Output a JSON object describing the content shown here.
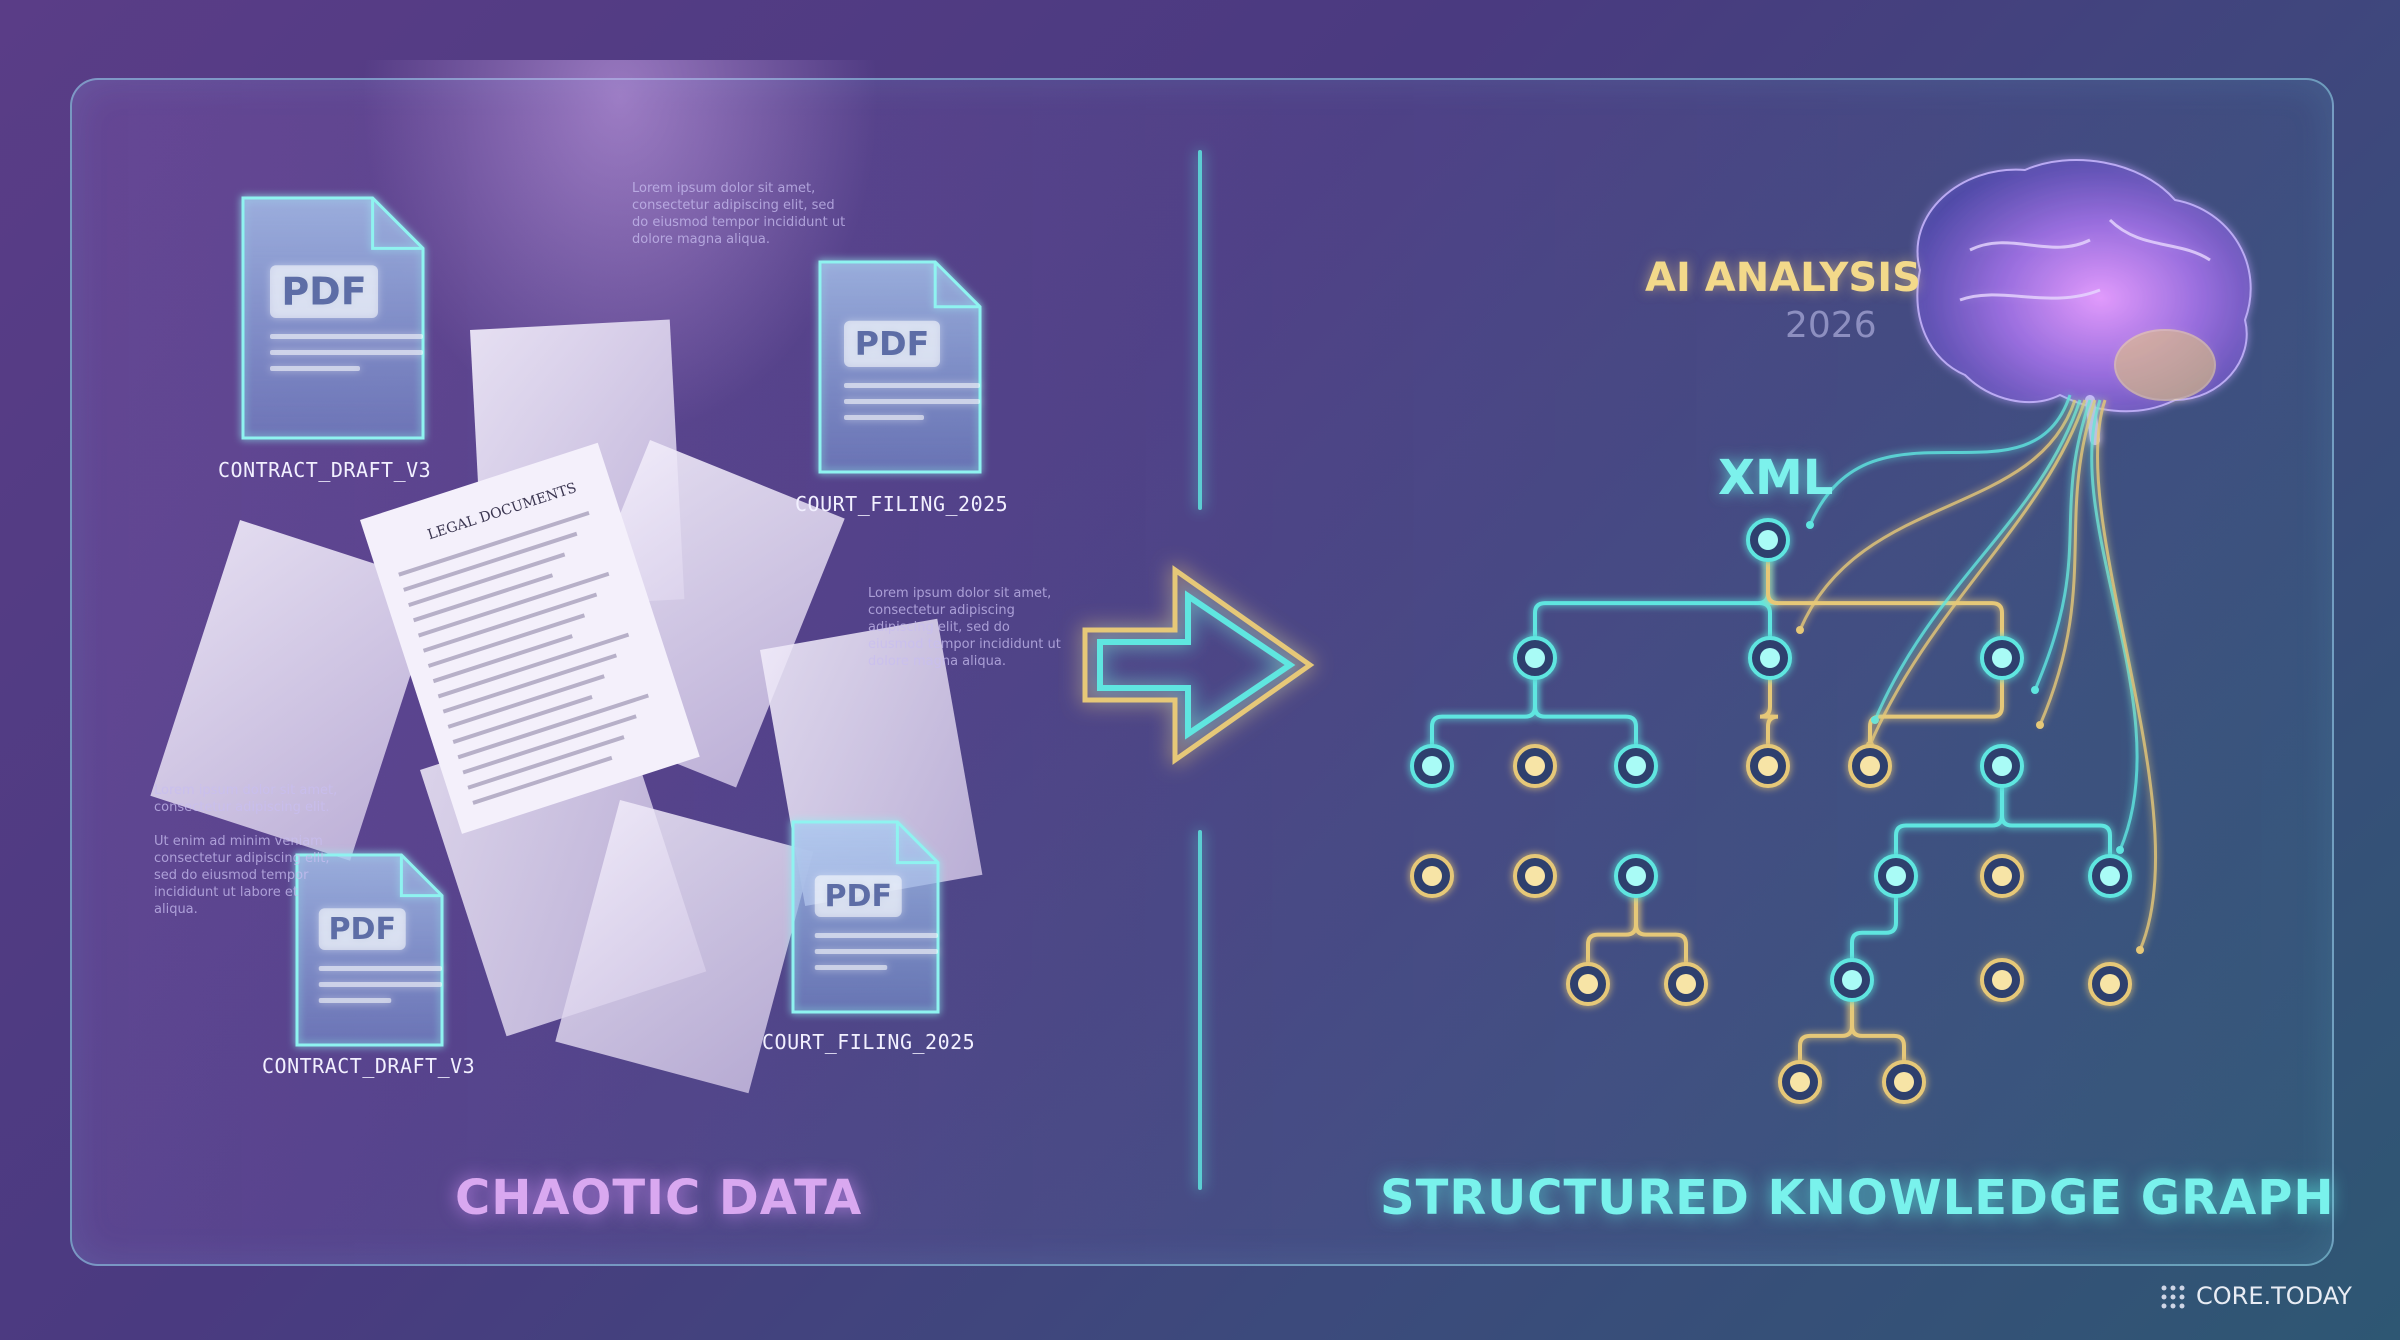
{
  "left_panel": {
    "title": "CHAOTIC DATA",
    "pdf_icon_text": "PDF",
    "files": [
      {
        "label": "CONTRACT_DRAFT_V3"
      },
      {
        "label": "COURT_FILING_2025"
      },
      {
        "label": "CONTRACT_DRAFT_V3"
      },
      {
        "label": "COURT_FILING_2025"
      }
    ],
    "paper_heading": "LEGAL DOCUMENTS",
    "lorem_blocks": [
      "Lorem ipsum dolor sit amet,\nconsectetur adipiscing elit, sed\ndo eiusmod tempor incididunt ut\ndolore magna aliqua.",
      "Lorem ipsum dolor sit amet,\nconsectetur adipiscing\nadipiscing elit, sed do\neiusmod tempor incididunt ut\ndolore magna aliqua.",
      "Lorem ipsum dolor sit amet,\nconsectetur adipiscing elit.\n\nUt enim ad minim veniam\nconsectetur adipiscing elit,\nsed do eiusmod tempor\nincididunt ut labore et\naliqua."
    ]
  },
  "right_panel": {
    "title": "STRUCTURED KNOWLEDGE GRAPH",
    "ai_title": "AI ANALYSIS",
    "ai_year": "2026",
    "xml_label": "XML"
  },
  "brand": "CORE.TODAY",
  "colors": {
    "cyan": "#5fe6e0",
    "gold": "#e6c878",
    "lilac": "#d9a8f0"
  },
  "icons": [
    "pdf-file-icon",
    "arrow-right-icon",
    "brain-icon",
    "grid-logo-icon"
  ]
}
